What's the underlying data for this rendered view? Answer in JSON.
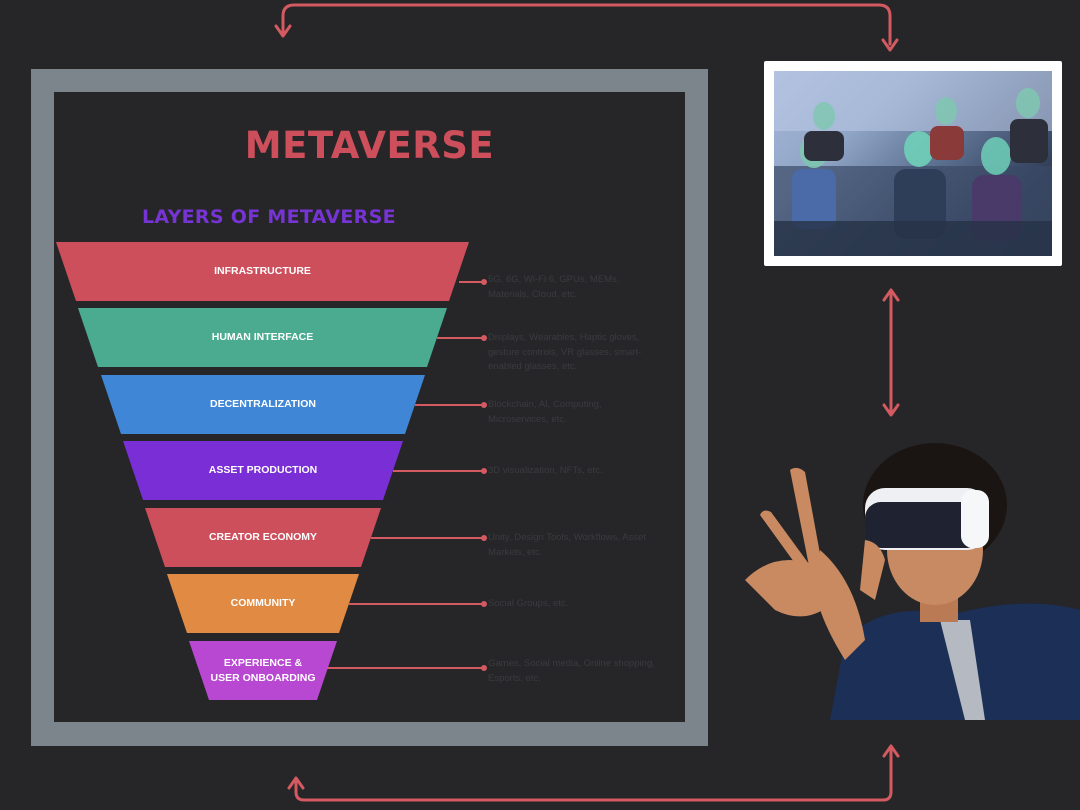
{
  "diagram": {
    "title": "METAVERSE",
    "subtitle": "LAYERS OF METAVERSE",
    "layers": [
      {
        "label": "INFRASTRUCTURE",
        "color": "#cd4f5c",
        "description": "5G, 6G, Wi-Fi 6, GPUs, MEMs, Materials, Cloud, etc."
      },
      {
        "label": "HUMAN INTERFACE",
        "color": "#4aab90",
        "description": "Displays, Wearables, Haptic gloves, gesture controls, VR glasses, smart-enabled glasses, etc."
      },
      {
        "label": "DECENTRALIZATION",
        "color": "#3f87d6",
        "description": "Blockchain, AI, Computing, Microservices, etc."
      },
      {
        "label": "ASSET PRODUCTION",
        "color": "#7a2ed6",
        "description": "3D visualization, NFTs, etc."
      },
      {
        "label": "CREATOR ECONOMY",
        "color": "#cd4f5c",
        "description": "Unity, Design Tools, Workflows, Asset Markets, etc."
      },
      {
        "label": "COMMUNITY",
        "color": "#e08a44",
        "description": "Social Groups, etc."
      },
      {
        "label": "EXPERIENCE &\nUSER ONBOARDING",
        "color": "#b848d2",
        "description": "Games, Social media, Online shopping, Esports, etc."
      }
    ]
  },
  "colors": {
    "title": "#cd4f5c",
    "subtitle": "#7634d4",
    "arrow": "#d35a61",
    "background": "#262628",
    "frame": "#7c858c"
  },
  "icons": {
    "top_arrow": "loop-arrow-icon",
    "bottom_arrow": "loop-arrow-icon",
    "vertical_arrow": "double-arrow-icon"
  }
}
